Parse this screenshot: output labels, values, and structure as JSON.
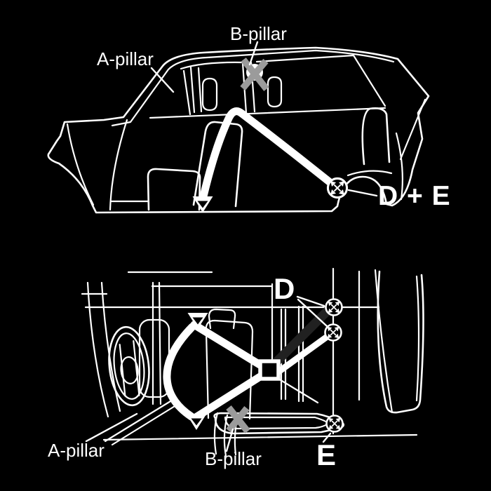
{
  "colors": {
    "background": "#000000",
    "line": "#ffffff",
    "pillar_x_marker": "#9b9b9b",
    "hidden_cable": "#212121"
  },
  "icons": {
    "grommet": "circled-cross-arrows-icon",
    "blocked_point": "gray-x-marker-icon",
    "routing_point": "down-triangle-marker-icon"
  },
  "side_view": {
    "labels": {
      "a_pillar": "A-pillar",
      "b_pillar": "B-pillar",
      "d_plus_e": "D + E"
    }
  },
  "interior_view": {
    "labels": {
      "a_pillar": "A-pillar",
      "b_pillar": "B-pillar",
      "d": "D",
      "e": "E"
    }
  }
}
